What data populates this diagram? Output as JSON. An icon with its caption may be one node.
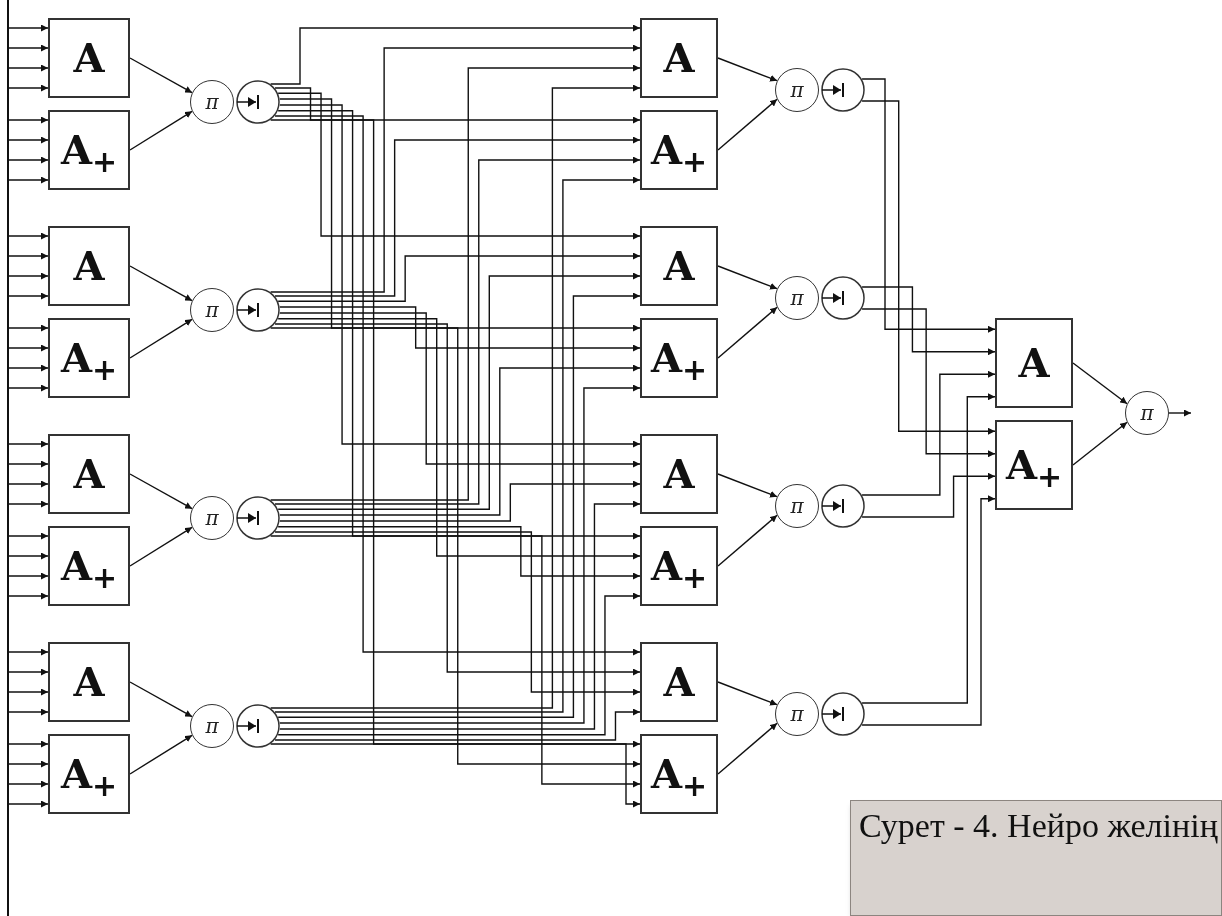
{
  "diagram": {
    "caption": "Сурет - 4. Нейро желінің",
    "nodes": [
      {
        "text": [],
        "shape": "bar"
      },
      {
        "text": [
          "A"
        ]
      },
      {
        "text": [
          "A$_{+}$"
        ]
      },
      {
        "text": [
          "π"
        ]
      },
      {
        "text": [],
        "shape": "circle"
      },
      {
        "text": [
          "A"
        ]
      },
      {
        "text": [
          "A$_{+}$"
        ]
      },
      {
        "text": [
          "π"
        ]
      },
      {
        "text": [],
        "shape": "circle"
      },
      {
        "text": [
          "A"
        ]
      },
      {
        "text": [
          "A$_{+}$"
        ]
      },
      {
        "text": [
          "π"
        ]
      },
      {
        "text": [],
        "shape": "circle"
      },
      {
        "text": [
          "A"
        ]
      },
      {
        "text": [
          "A$_{+}$"
        ]
      },
      {
        "text": [
          "π"
        ]
      },
      {
        "text": [],
        "shape": "circle"
      },
      {
        "text": [
          "A"
        ]
      },
      {
        "text": [
          "A$_{+}$"
        ]
      },
      {
        "text": [
          "π"
        ]
      },
      {
        "text": [],
        "shape": "circle"
      },
      {
        "text": [
          "A"
        ]
      },
      {
        "text": [
          "A$_{+}$"
        ]
      },
      {
        "text": [
          "π"
        ]
      },
      {
        "text": [],
        "shape": "circle"
      },
      {
        "text": [
          "A"
        ]
      },
      {
        "text": [
          "A$_{+}$"
        ]
      },
      {
        "text": [
          "π"
        ]
      },
      {
        "text": [],
        "shape": "circle"
      },
      {
        "text": [
          "A"
        ]
      },
      {
        "text": [
          "A$_{+}$"
        ]
      },
      {
        "text": [
          "π"
        ]
      },
      {
        "text": [],
        "shape": "circle"
      },
      {
        "text": [
          "A"
        ]
      },
      {
        "text": [
          "A$_{+}$"
        ]
      },
      {
        "text": [
          "π"
        ]
      }
    ],
    "edges": [
      {
        "from": 0,
        "to": 1,
        "arrow": "to"
      },
      {
        "from": 0,
        "to": 1,
        "arrow": "to"
      },
      {
        "from": 0,
        "to": 1,
        "arrow": "to"
      },
      {
        "from": 0,
        "to": 1,
        "arrow": "to"
      },
      {
        "from": 0,
        "to": 2,
        "arrow": "to"
      },
      {
        "from": 0,
        "to": 2,
        "arrow": "to"
      },
      {
        "from": 0,
        "to": 2,
        "arrow": "to"
      },
      {
        "from": 0,
        "to": 2,
        "arrow": "to"
      },
      {
        "from": 0,
        "to": 5,
        "arrow": "to"
      },
      {
        "from": 0,
        "to": 5,
        "arrow": "to"
      },
      {
        "from": 0,
        "to": 5,
        "arrow": "to"
      },
      {
        "from": 0,
        "to": 5,
        "arrow": "to"
      },
      {
        "from": 0,
        "to": 6,
        "arrow": "to"
      },
      {
        "from": 0,
        "to": 6,
        "arrow": "to"
      },
      {
        "from": 0,
        "to": 6,
        "arrow": "to"
      },
      {
        "from": 0,
        "to": 6,
        "arrow": "to"
      },
      {
        "from": 0,
        "to": 9,
        "arrow": "to"
      },
      {
        "from": 0,
        "to": 9,
        "arrow": "to"
      },
      {
        "from": 0,
        "to": 9,
        "arrow": "to"
      },
      {
        "from": 0,
        "to": 9,
        "arrow": "to"
      },
      {
        "from": 0,
        "to": 10,
        "arrow": "to"
      },
      {
        "from": 0,
        "to": 10,
        "arrow": "to"
      },
      {
        "from": 0,
        "to": 10,
        "arrow": "to"
      },
      {
        "from": 0,
        "to": 10,
        "arrow": "to"
      },
      {
        "from": 0,
        "to": 13,
        "arrow": "to"
      },
      {
        "from": 0,
        "to": 13,
        "arrow": "to"
      },
      {
        "from": 0,
        "to": 13,
        "arrow": "to"
      },
      {
        "from": 0,
        "to": 13,
        "arrow": "to"
      },
      {
        "from": 0,
        "to": 14,
        "arrow": "to"
      },
      {
        "from": 0,
        "to": 14,
        "arrow": "to"
      },
      {
        "from": 0,
        "to": 14,
        "arrow": "to"
      },
      {
        "from": 0,
        "to": 14,
        "arrow": "to"
      },
      {
        "from": 1,
        "to": 3,
        "arrow": "to"
      },
      {
        "from": 2,
        "to": 3,
        "arrow": "to"
      },
      {
        "from": 5,
        "to": 7,
        "arrow": "to"
      },
      {
        "from": 6,
        "to": 7,
        "arrow": "to"
      },
      {
        "from": 9,
        "to": 11,
        "arrow": "to"
      },
      {
        "from": 10,
        "to": 11,
        "arrow": "to"
      },
      {
        "from": 13,
        "to": 15,
        "arrow": "to"
      },
      {
        "from": 14,
        "to": 15,
        "arrow": "to"
      },
      {
        "from": 4,
        "to": 17,
        "arrow": "to"
      },
      {
        "from": 4,
        "to": 18,
        "arrow": "to"
      },
      {
        "from": 4,
        "to": 21,
        "arrow": "to"
      },
      {
        "from": 4,
        "to": 22,
        "arrow": "to"
      },
      {
        "from": 4,
        "to": 25,
        "arrow": "to"
      },
      {
        "from": 4,
        "to": 26,
        "arrow": "to"
      },
      {
        "from": 4,
        "to": 29,
        "arrow": "to"
      },
      {
        "from": 4,
        "to": 30,
        "arrow": "to"
      },
      {
        "from": 8,
        "to": 17,
        "arrow": "to"
      },
      {
        "from": 8,
        "to": 18,
        "arrow": "to"
      },
      {
        "from": 8,
        "to": 21,
        "arrow": "to"
      },
      {
        "from": 8,
        "to": 22,
        "arrow": "to"
      },
      {
        "from": 8,
        "to": 25,
        "arrow": "to"
      },
      {
        "from": 8,
        "to": 26,
        "arrow": "to"
      },
      {
        "from": 8,
        "to": 29,
        "arrow": "to"
      },
      {
        "from": 8,
        "to": 30,
        "arrow": "to"
      },
      {
        "from": 12,
        "to": 17,
        "arrow": "to"
      },
      {
        "from": 12,
        "to": 18,
        "arrow": "to"
      },
      {
        "from": 12,
        "to": 21,
        "arrow": "to"
      },
      {
        "from": 12,
        "to": 22,
        "arrow": "to"
      },
      {
        "from": 12,
        "to": 25,
        "arrow": "to"
      },
      {
        "from": 12,
        "to": 26,
        "arrow": "to"
      },
      {
        "from": 12,
        "to": 29,
        "arrow": "to"
      },
      {
        "from": 12,
        "to": 30,
        "arrow": "to"
      },
      {
        "from": 16,
        "to": 17,
        "arrow": "to"
      },
      {
        "from": 16,
        "to": 18,
        "arrow": "to"
      },
      {
        "from": 16,
        "to": 21,
        "arrow": "to"
      },
      {
        "from": 16,
        "to": 22,
        "arrow": "to"
      },
      {
        "from": 16,
        "to": 25,
        "arrow": "to"
      },
      {
        "from": 16,
        "to": 26,
        "arrow": "to"
      },
      {
        "from": 16,
        "to": 29,
        "arrow": "to"
      },
      {
        "from": 16,
        "to": 30,
        "arrow": "to"
      },
      {
        "from": 17,
        "to": 19,
        "arrow": "to"
      },
      {
        "from": 18,
        "to": 19,
        "arrow": "to"
      },
      {
        "from": 21,
        "to": 23,
        "arrow": "to"
      },
      {
        "from": 22,
        "to": 23,
        "arrow": "to"
      },
      {
        "from": 25,
        "to": 27,
        "arrow": "to"
      },
      {
        "from": 26,
        "to": 27,
        "arrow": "to"
      },
      {
        "from": 29,
        "to": 31,
        "arrow": "to"
      },
      {
        "from": 30,
        "to": 31,
        "arrow": "to"
      },
      {
        "from": 20,
        "to": 33,
        "arrow": "to"
      },
      {
        "from": 20,
        "to": 34,
        "arrow": "to"
      },
      {
        "from": 24,
        "to": 33,
        "arrow": "to"
      },
      {
        "from": 24,
        "to": 34,
        "arrow": "to"
      },
      {
        "from": 28,
        "to": 33,
        "arrow": "to"
      },
      {
        "from": 28,
        "to": 34,
        "arrow": "to"
      },
      {
        "from": 32,
        "to": 33,
        "arrow": "to"
      },
      {
        "from": 32,
        "to": 34,
        "arrow": "to"
      },
      {
        "from": 33,
        "to": 35,
        "arrow": "to"
      },
      {
        "from": 34,
        "to": 35,
        "arrow": "to"
      },
      {
        "from": 35,
        "to": null,
        "arrow": "to"
      }
    ]
  }
}
